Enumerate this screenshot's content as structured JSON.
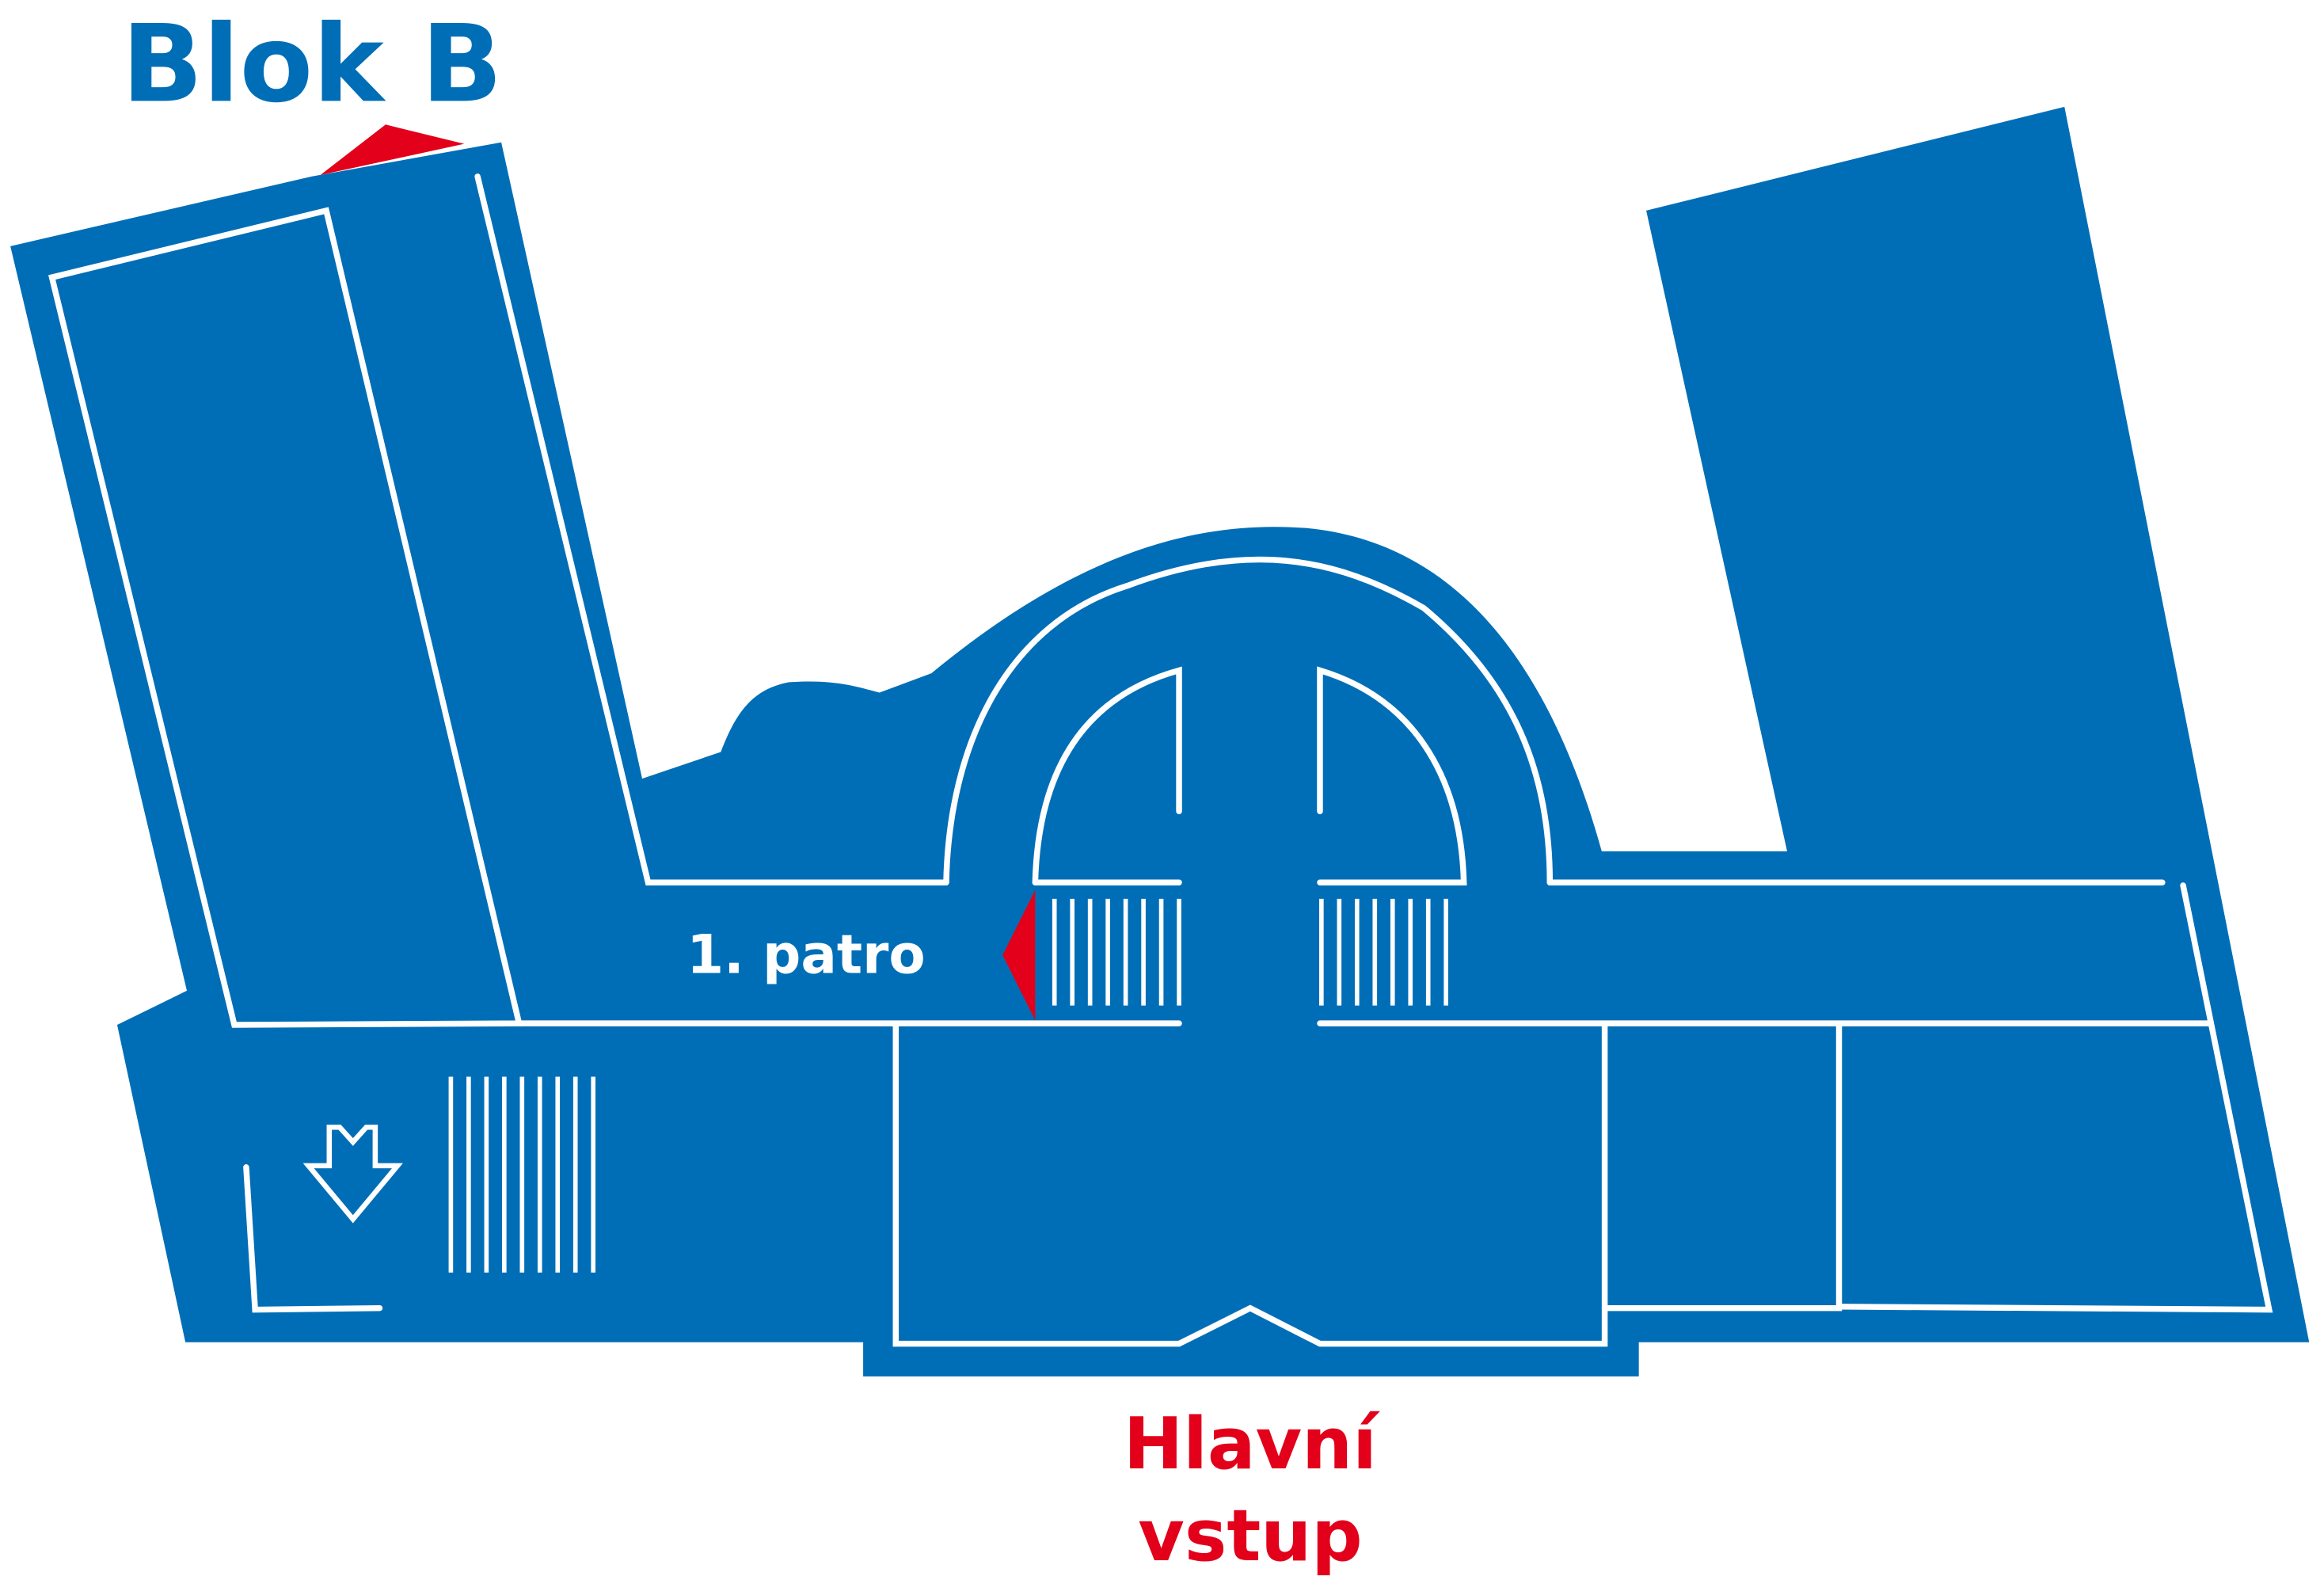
{
  "map": {
    "block_label": "Blok B",
    "floor_label": "1. patro",
    "entrance_line1": "Hlavní",
    "entrance_line2": "vstup"
  },
  "colors": {
    "building": "#006eb7",
    "walls": "#ffffff",
    "accent": "#e2001a",
    "background": "#ffffff"
  },
  "icons": [
    "metro-icon",
    "entrance-marker-icon",
    "you-are-here-icon"
  ]
}
